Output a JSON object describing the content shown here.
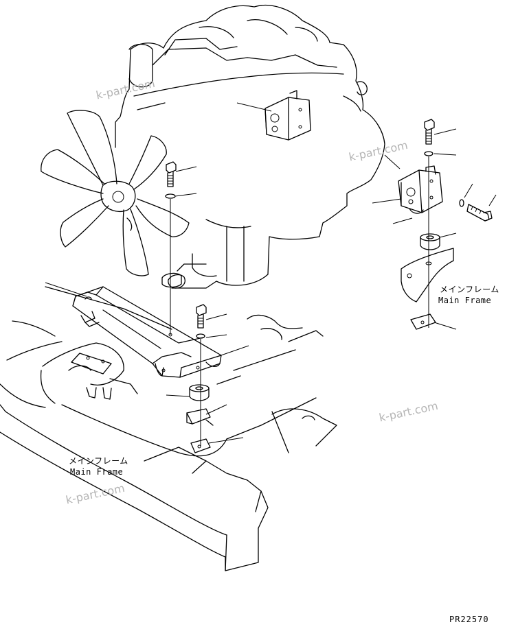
{
  "watermark": "k-part.com",
  "labels": {
    "frame_right_jp": "メインフレーム",
    "frame_right_en": "Main Frame",
    "frame_left_jp": "メインフレーム",
    "frame_left_en": "Main Frame"
  },
  "drawing_code": "PR22570"
}
